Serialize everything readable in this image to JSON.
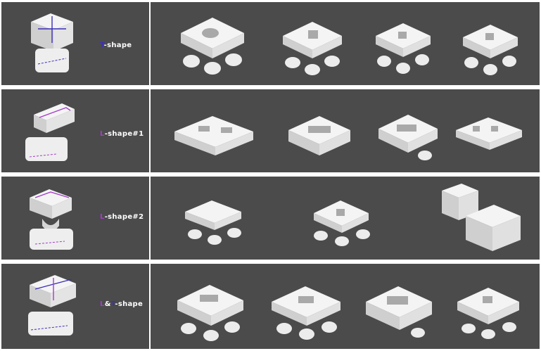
{
  "colors": {
    "background": "#4b4b4b",
    "separator": "#ffffff",
    "block": "#f4f4f4",
    "block_side": "#cfcfcf",
    "block_dark": "#a9a9a9",
    "t_accent": "#3b2fb8",
    "l_accent": "#a53cc9"
  },
  "rows": [
    {
      "id": "t-shape",
      "label_rest": "-shape",
      "letters": [
        {
          "char": "T",
          "accent": "t"
        }
      ]
    },
    {
      "id": "l-shape-1",
      "label_rest": "-shape#1",
      "letters": [
        {
          "char": "L",
          "accent": "l"
        }
      ]
    },
    {
      "id": "l-shape-2",
      "label_rest": "-shape#2",
      "letters": [
        {
          "char": "L",
          "accent": "l"
        }
      ]
    },
    {
      "id": "l-t-shape",
      "label_rest": "-shape",
      "letters": [
        {
          "char": "L",
          "accent": "l"
        },
        {
          "char": "&",
          "accent": "none"
        },
        {
          "char": "T",
          "accent": "t"
        }
      ]
    }
  ]
}
